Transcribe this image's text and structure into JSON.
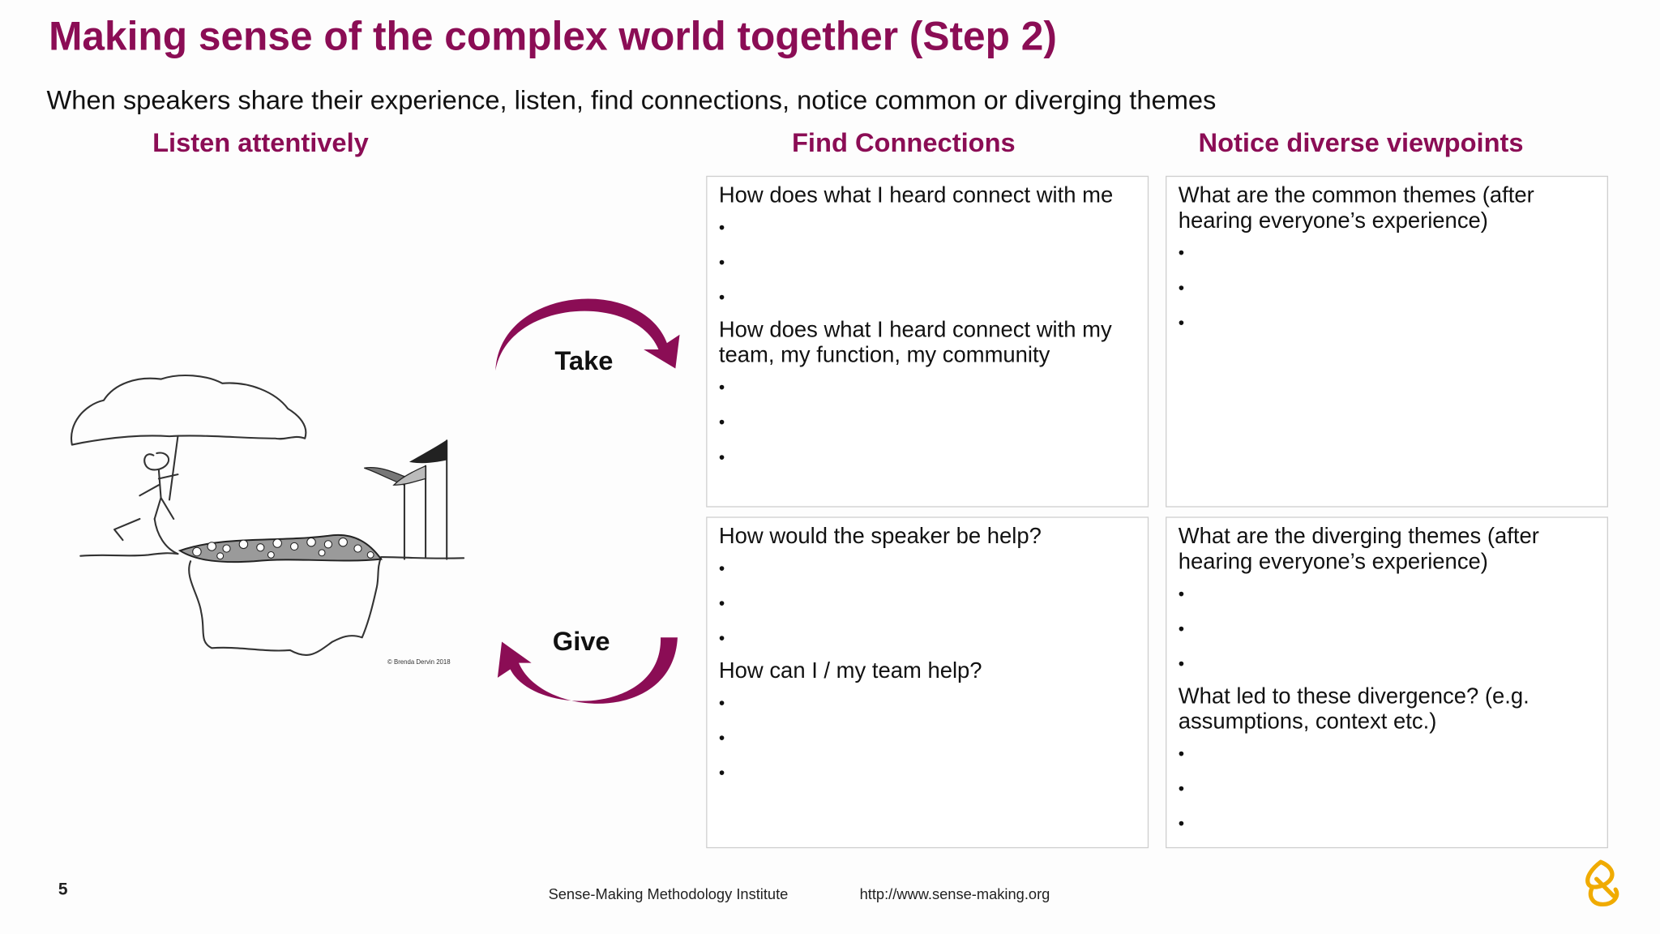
{
  "title": "Making sense of the complex world together (Step 2)",
  "subtitle": "When speakers share their experience, listen, find connections, notice common or diverging themes",
  "columns": {
    "listen": "Listen attentively",
    "connections": "Find Connections",
    "viewpoints": "Notice diverse viewpoints"
  },
  "cycle": {
    "take": "Take",
    "give": "Give"
  },
  "illustration": {
    "credit": "© Brenda Dervin 2018"
  },
  "boxes": {
    "connect_top": {
      "q1": "How does what I heard connect with me",
      "q2": "How does what I heard connect with my team, my function, my community"
    },
    "help": {
      "q1": "How would the speaker be help?",
      "q2": "How can I / my team help?"
    },
    "common": {
      "q1": "What are the common themes (after hearing everyone’s experience)"
    },
    "diverging": {
      "q1": "What are the diverging themes (after hearing everyone’s experience)",
      "q2": "What led to these divergence? (e.g. assumptions, context etc.)"
    }
  },
  "footer": {
    "page": "5",
    "institute": "Sense-Making Methodology Institute",
    "url": "http://www.sense-making.org"
  },
  "colors": {
    "accent": "#8b0d55",
    "logo": "#f0ab00"
  }
}
